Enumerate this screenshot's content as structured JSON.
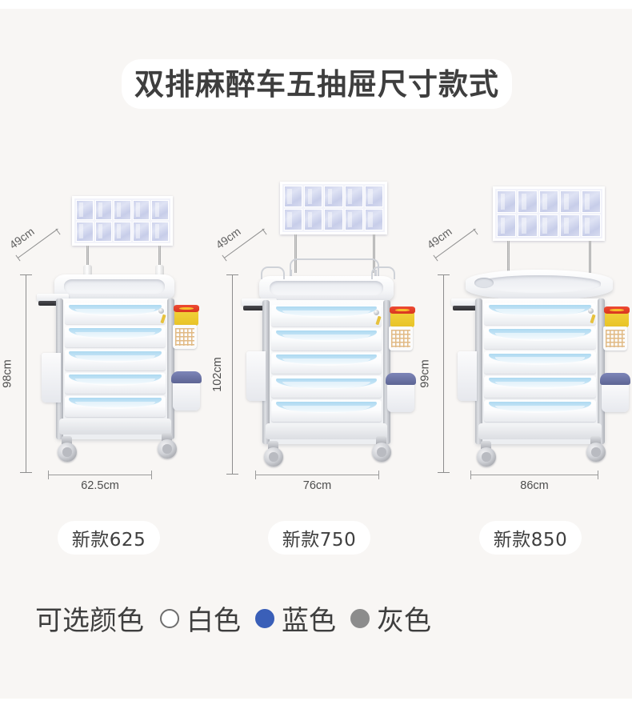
{
  "page": {
    "background_color": "#f8f6f4",
    "text_color": "#3e3e3e"
  },
  "title": {
    "text": "双排麻醉车五抽屉尺寸款式"
  },
  "carts": [
    {
      "model_label": "新款625",
      "depth": "49cm",
      "height": "98cm",
      "width": "62.5cm",
      "top_style": "flat-counter",
      "drawer_count": 5,
      "rack_columns": 5,
      "rack_rows": 2
    },
    {
      "model_label": "新款750",
      "depth": "49cm",
      "height": "102cm",
      "width": "76cm",
      "top_style": "counter-with-guard-rail",
      "drawer_count": 5,
      "rack_columns": 5,
      "rack_rows": 2
    },
    {
      "model_label": "新款850",
      "depth": "49cm",
      "height": "99cm",
      "width": "86cm",
      "top_style": "oval-counter-with-basin",
      "drawer_count": 5,
      "rack_columns": 5,
      "rack_rows": 2
    }
  ],
  "colors": {
    "label": "可选颜色",
    "options": [
      {
        "name": "白色",
        "swatch": "#ffffff",
        "border": "#6e6e6e"
      },
      {
        "name": "蓝色",
        "swatch": "#3a5fb8",
        "border": "#3a5fb8"
      },
      {
        "name": "灰色",
        "swatch": "#8c8c8c",
        "border": "#8c8c8c"
      }
    ]
  },
  "accessories": {
    "sharps_container_body": "#efce32",
    "sharps_container_lid": "#e8432c",
    "basket": "#fbfbfb",
    "waste_bin_lid": "#6b73a8",
    "drawer_accent": "#a9d7f0"
  }
}
